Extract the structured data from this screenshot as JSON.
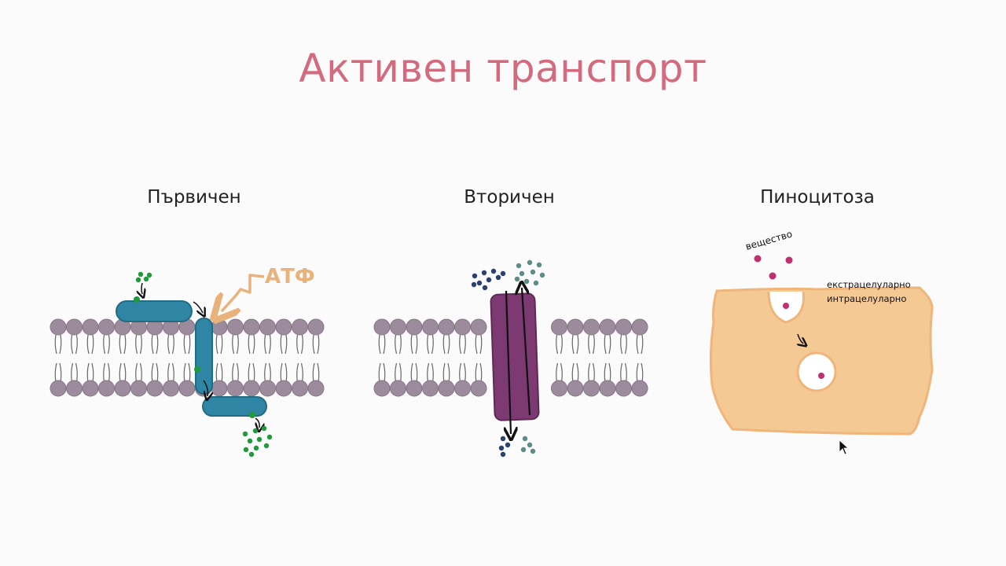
{
  "title": "Активен транспорт",
  "panels": [
    {
      "label": "Първичен",
      "annotation": "АТФ"
    },
    {
      "label": "Вторичен"
    },
    {
      "label": "Пиноцитоза",
      "annotations": {
        "substance": "вещество",
        "extracellular": "екстрацелуларно",
        "intracellular": "интрацелуларно"
      }
    }
  ],
  "colors": {
    "title": "#d36a7e",
    "lipid_head": "#9b8b9c",
    "protein_primary": "#2f86a4",
    "protein_secondary": "#7d3a72",
    "molecule_green": "#1f9a3a",
    "molecule_navy": "#2a4070",
    "molecule_teal": "#5b8c86",
    "atp_arrow": "#e9b27a",
    "cell": "#f4c994",
    "vesicle_particle": "#c0306e"
  }
}
